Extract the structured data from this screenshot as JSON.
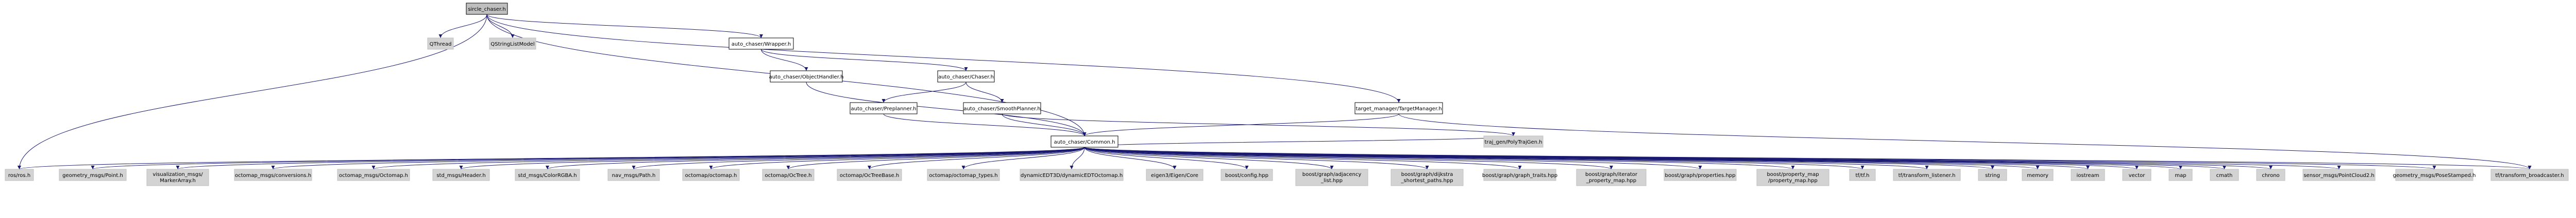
{
  "colors": {
    "edge": "#191970",
    "root_fill": "#bfbfbf",
    "doc_fill": "#ffffff",
    "doc_stroke": "#000000",
    "ext_fill": "#d3d3d3",
    "ext_stroke": "#bfbfbf"
  },
  "nodes": [
    {
      "id": "root",
      "label": "sircle_chaser.h",
      "kind": "root"
    },
    {
      "id": "qthread",
      "label": "QThread",
      "kind": "ext"
    },
    {
      "id": "qstringlistmodel",
      "label": "QStringListModel",
      "kind": "ext"
    },
    {
      "id": "wrapper",
      "label": "auto_chaser/Wrapper.h",
      "kind": "doc"
    },
    {
      "id": "objecthandler",
      "label": "auto_chaser/ObjectHandler.h",
      "kind": "doc"
    },
    {
      "id": "chaser",
      "label": "auto_chaser/Chaser.h",
      "kind": "doc"
    },
    {
      "id": "preplanner",
      "label": "auto_chaser/Preplanner.h",
      "kind": "doc"
    },
    {
      "id": "smoothplanner",
      "label": "auto_chaser/SmoothPlanner.h",
      "kind": "doc"
    },
    {
      "id": "targetmanager",
      "label": "target_manager/TargetManager.h",
      "kind": "doc"
    },
    {
      "id": "common",
      "label": "auto_chaser/Common.h",
      "kind": "doc"
    },
    {
      "id": "trajgen",
      "label": "traj_gen/PolyTrajGen.h",
      "kind": "ext"
    },
    {
      "id": "b_ros",
      "label": "ros/ros.h",
      "kind": "ext"
    },
    {
      "id": "b_point",
      "label": "geometry_msgs/Point.h",
      "kind": "ext"
    },
    {
      "id": "b_markerarray",
      "label": "visualization_msgs/MarkerArray.h",
      "kind": "ext"
    },
    {
      "id": "b_octoconv",
      "label": "octomap_msgs/conversions.h",
      "kind": "ext"
    },
    {
      "id": "b_octomsg",
      "label": "octomap_msgs/Octomap.h",
      "kind": "ext"
    },
    {
      "id": "b_header",
      "label": "std_msgs/Header.h",
      "kind": "ext"
    },
    {
      "id": "b_color",
      "label": "std_msgs/ColorRGBA.h",
      "kind": "ext"
    },
    {
      "id": "b_path",
      "label": "nav_msgs/Path.h",
      "kind": "ext"
    },
    {
      "id": "b_octomap",
      "label": "octomap/octomap.h",
      "kind": "ext"
    },
    {
      "id": "b_octree",
      "label": "octomap/OcTree.h",
      "kind": "ext"
    },
    {
      "id": "b_octreebase",
      "label": "octomap/OcTreeBase.h",
      "kind": "ext"
    },
    {
      "id": "b_octotypes",
      "label": "octomap/octomap_types.h",
      "kind": "ext"
    },
    {
      "id": "b_edt",
      "label": "dynamicEDT3D/dynamicEDTOctomap.h",
      "kind": "ext"
    },
    {
      "id": "b_eigen",
      "label": "eigen3/Eigen/Core",
      "kind": "ext"
    },
    {
      "id": "b_config",
      "label": "boost/config.hpp",
      "kind": "ext"
    },
    {
      "id": "b_adjacency",
      "label": "boost/graph/adjacency_list.hpp",
      "kind": "ext"
    },
    {
      "id": "b_dijkstra",
      "label": "boost/graph/dijkstra_shortest_paths.hpp",
      "kind": "ext"
    },
    {
      "id": "b_traits",
      "label": "boost/graph/graph_traits.hpp",
      "kind": "ext"
    },
    {
      "id": "b_iterator",
      "label": "boost/graph/iterator_property_map.hpp",
      "kind": "ext"
    },
    {
      "id": "b_properties",
      "label": "boost/graph/properties.hpp",
      "kind": "ext"
    },
    {
      "id": "b_propmap",
      "label": "boost/property_map/property_map.hpp",
      "kind": "ext"
    },
    {
      "id": "b_tf",
      "label": "tf/tf.h",
      "kind": "ext"
    },
    {
      "id": "b_tflistener",
      "label": "tf/transform_listener.h",
      "kind": "ext"
    },
    {
      "id": "b_string",
      "label": "string",
      "kind": "ext"
    },
    {
      "id": "b_memory",
      "label": "memory",
      "kind": "ext"
    },
    {
      "id": "b_iostream",
      "label": "iostream",
      "kind": "ext"
    },
    {
      "id": "b_vector",
      "label": "vector",
      "kind": "ext"
    },
    {
      "id": "b_map",
      "label": "map",
      "kind": "ext"
    },
    {
      "id": "b_cmath",
      "label": "cmath",
      "kind": "ext"
    },
    {
      "id": "b_chrono",
      "label": "chrono",
      "kind": "ext"
    },
    {
      "id": "b_pointcloud",
      "label": "sensor_msgs/PointCloud2.h",
      "kind": "ext"
    },
    {
      "id": "b_posestamped",
      "label": "geometry_msgs/PoseStamped.h",
      "kind": "ext"
    },
    {
      "id": "b_tfbroadcaster",
      "label": "tf/transform_broadcaster.h",
      "kind": "ext"
    }
  ],
  "edges": [
    [
      "root",
      "qthread"
    ],
    [
      "root",
      "qstringlistmodel"
    ],
    [
      "root",
      "wrapper"
    ],
    [
      "root",
      "targetmanager"
    ],
    [
      "root",
      "common"
    ],
    [
      "root",
      "b_ros"
    ],
    [
      "wrapper",
      "objecthandler"
    ],
    [
      "wrapper",
      "chaser"
    ],
    [
      "objecthandler",
      "common"
    ],
    [
      "chaser",
      "preplanner"
    ],
    [
      "chaser",
      "smoothplanner"
    ],
    [
      "preplanner",
      "common"
    ],
    [
      "smoothplanner",
      "common"
    ],
    [
      "smoothplanner",
      "trajgen"
    ],
    [
      "targetmanager",
      "common"
    ],
    [
      "targetmanager",
      "b_tfbroadcaster"
    ],
    [
      "common",
      "b_ros"
    ],
    [
      "common",
      "b_point"
    ],
    [
      "common",
      "b_markerarray"
    ],
    [
      "common",
      "b_octoconv"
    ],
    [
      "common",
      "b_octomsg"
    ],
    [
      "common",
      "b_header"
    ],
    [
      "common",
      "b_color"
    ],
    [
      "common",
      "b_path"
    ],
    [
      "common",
      "b_octomap"
    ],
    [
      "common",
      "b_octree"
    ],
    [
      "common",
      "b_octreebase"
    ],
    [
      "common",
      "b_octotypes"
    ],
    [
      "common",
      "b_edt"
    ],
    [
      "common",
      "b_eigen"
    ],
    [
      "common",
      "b_config"
    ],
    [
      "common",
      "b_adjacency"
    ],
    [
      "common",
      "b_dijkstra"
    ],
    [
      "common",
      "b_traits"
    ],
    [
      "common",
      "b_iterator"
    ],
    [
      "common",
      "b_properties"
    ],
    [
      "common",
      "b_propmap"
    ],
    [
      "common",
      "b_tf"
    ],
    [
      "common",
      "b_tflistener"
    ],
    [
      "common",
      "b_string"
    ],
    [
      "common",
      "b_memory"
    ],
    [
      "common",
      "b_iostream"
    ],
    [
      "common",
      "b_vector"
    ],
    [
      "common",
      "b_map"
    ],
    [
      "common",
      "b_cmath"
    ],
    [
      "common",
      "b_chrono"
    ],
    [
      "common",
      "b_pointcloud"
    ],
    [
      "common",
      "b_posestamped"
    ],
    [
      "common",
      "b_tfbroadcaster"
    ],
    [
      "common",
      "trajgen"
    ]
  ]
}
